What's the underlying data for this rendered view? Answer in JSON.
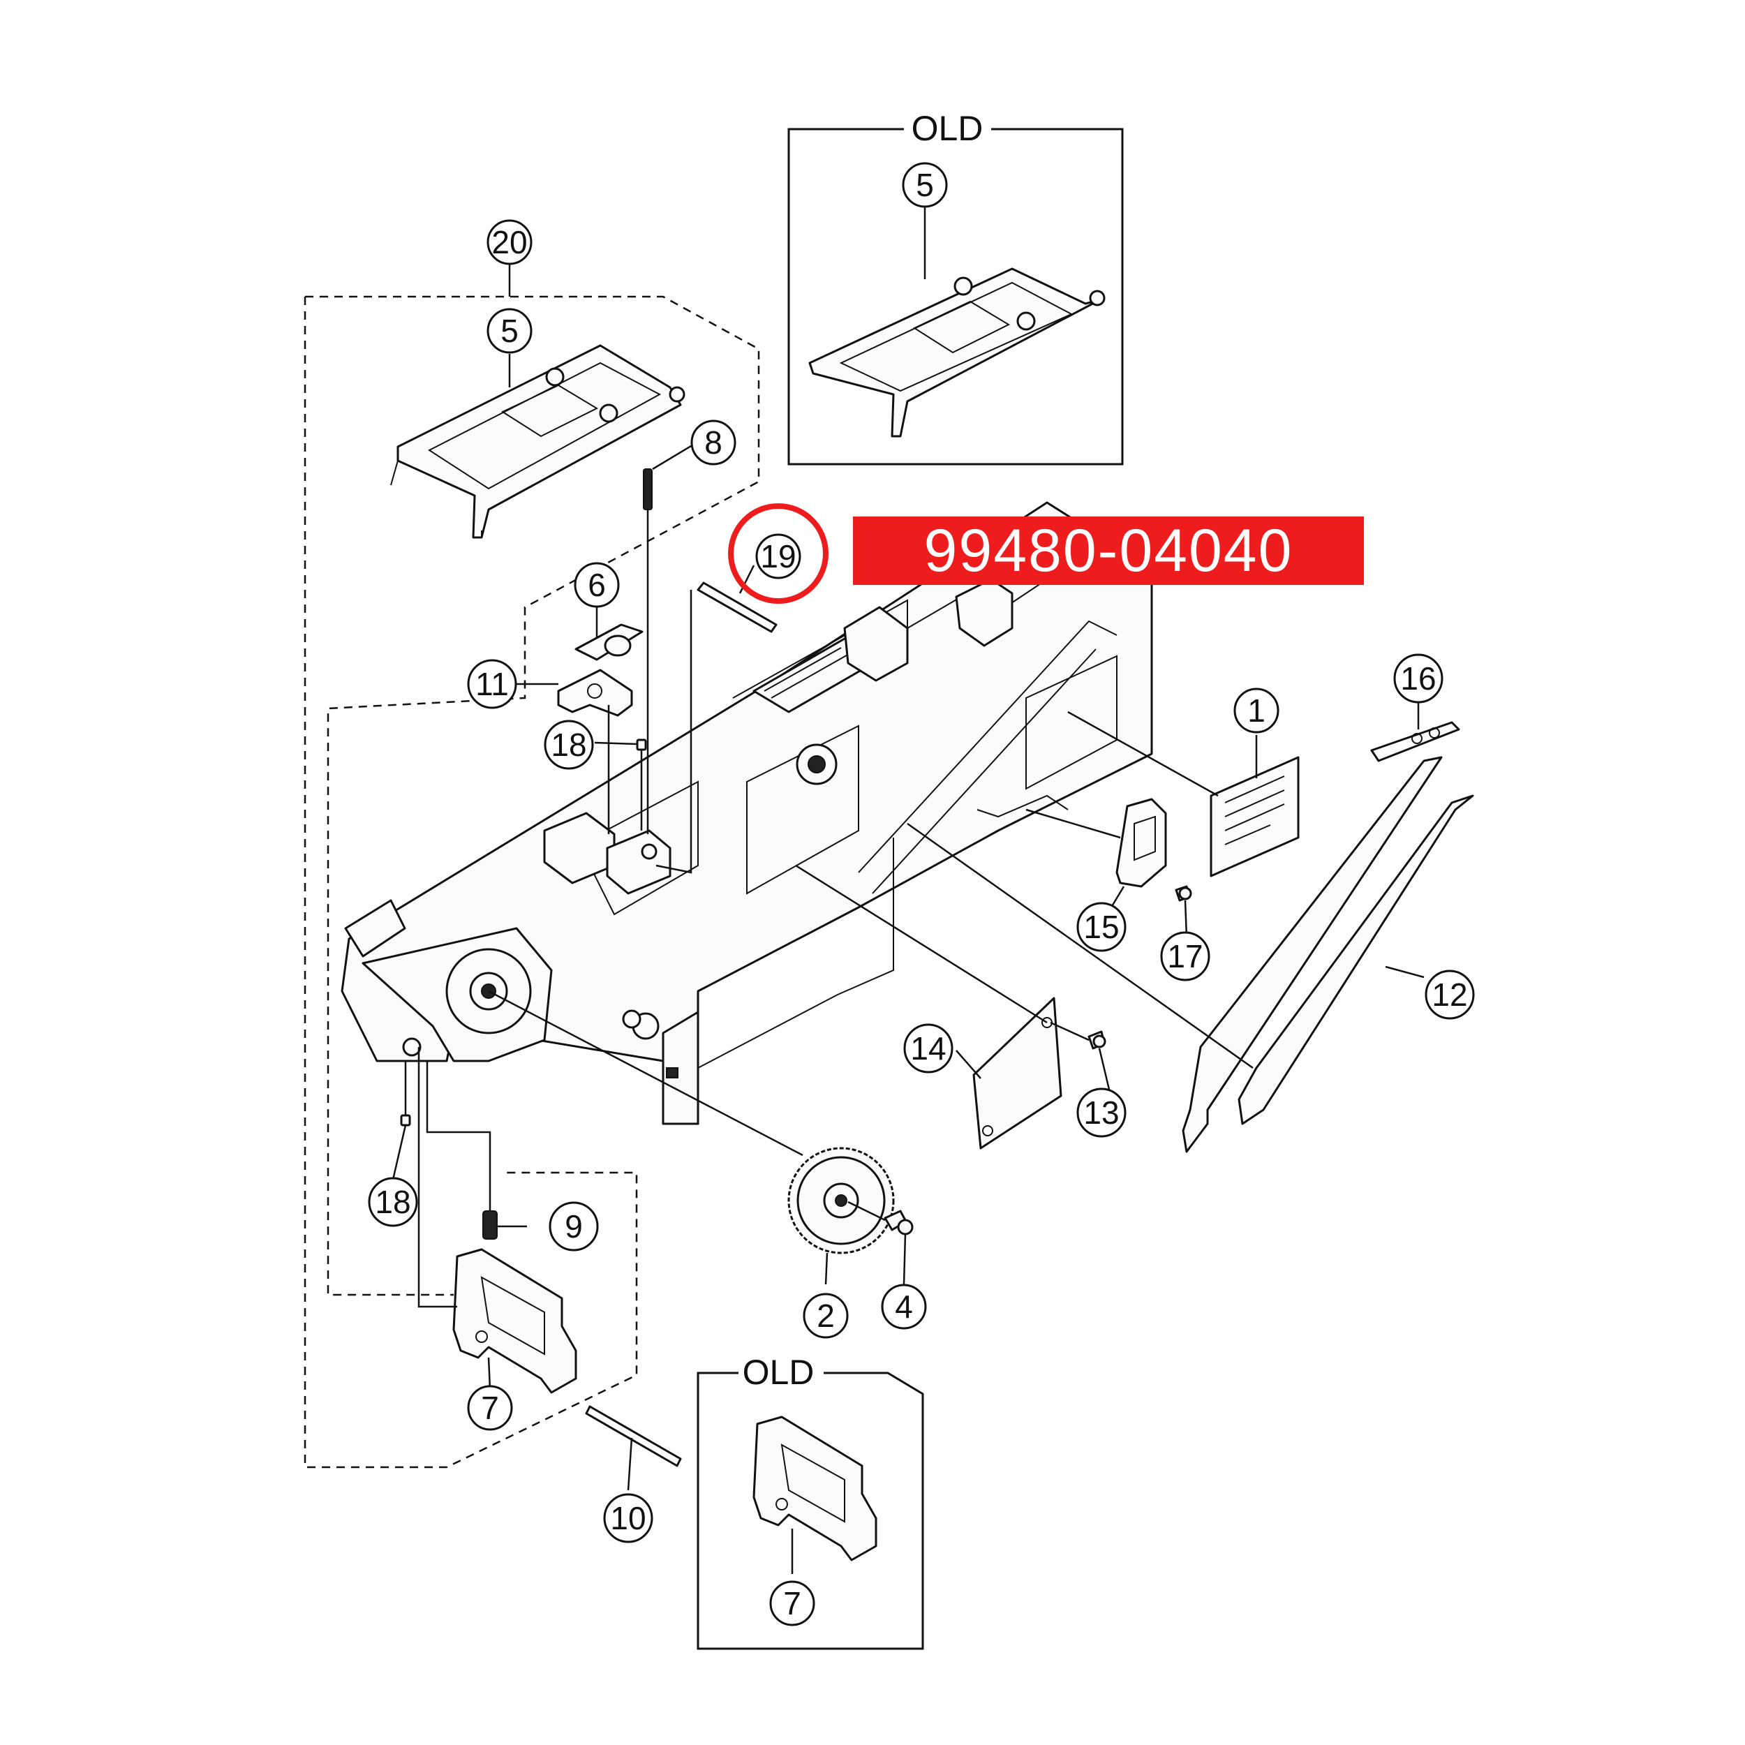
{
  "part_number_banner": "99480-04040",
  "highlighted_balloon": "19",
  "colors": {
    "highlight": "#ee1c1c",
    "line": "#111111",
    "background": "#ffffff"
  },
  "frames": {
    "old_top_label": "OLD",
    "old_bottom_label": "OLD"
  },
  "balloons": {
    "b1": "1",
    "b2": "2",
    "b4": "4",
    "b5_old": "5",
    "b5_new": "5",
    "b6": "6",
    "b7_new": "7",
    "b7_old": "7",
    "b8": "8",
    "b9": "9",
    "b10": "10",
    "b11": "11",
    "b12": "12",
    "b13": "13",
    "b14": "14",
    "b15": "15",
    "b16": "16",
    "b17": "17",
    "b18_top": "18",
    "b18_bottom": "18",
    "b19": "19",
    "b20": "20"
  }
}
